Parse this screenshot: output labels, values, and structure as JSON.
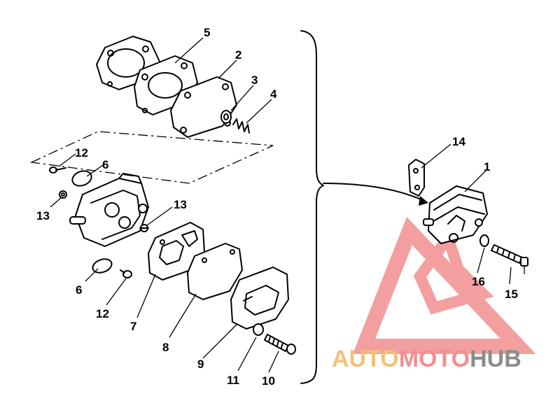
{
  "labels": {
    "l1": "1",
    "l2": "2",
    "l3": "3",
    "l4": "4",
    "l5": "5",
    "l6a": "6",
    "l6b": "6",
    "l7": "7",
    "l8": "8",
    "l9": "9",
    "l10": "10",
    "l11": "11",
    "l12a": "12",
    "l12b": "12",
    "l13a": "13",
    "l13b": "13",
    "l14": "14",
    "l15": "15",
    "l16": "16"
  },
  "watermark": {
    "part1": "AUTO",
    "part2": "MOTO",
    "part3": "HUB",
    "color_part1": "#f2c27a",
    "color_part2": "#f28f8f",
    "color_part3": "#8c8c8c",
    "logo_color": "#f28f8f"
  }
}
